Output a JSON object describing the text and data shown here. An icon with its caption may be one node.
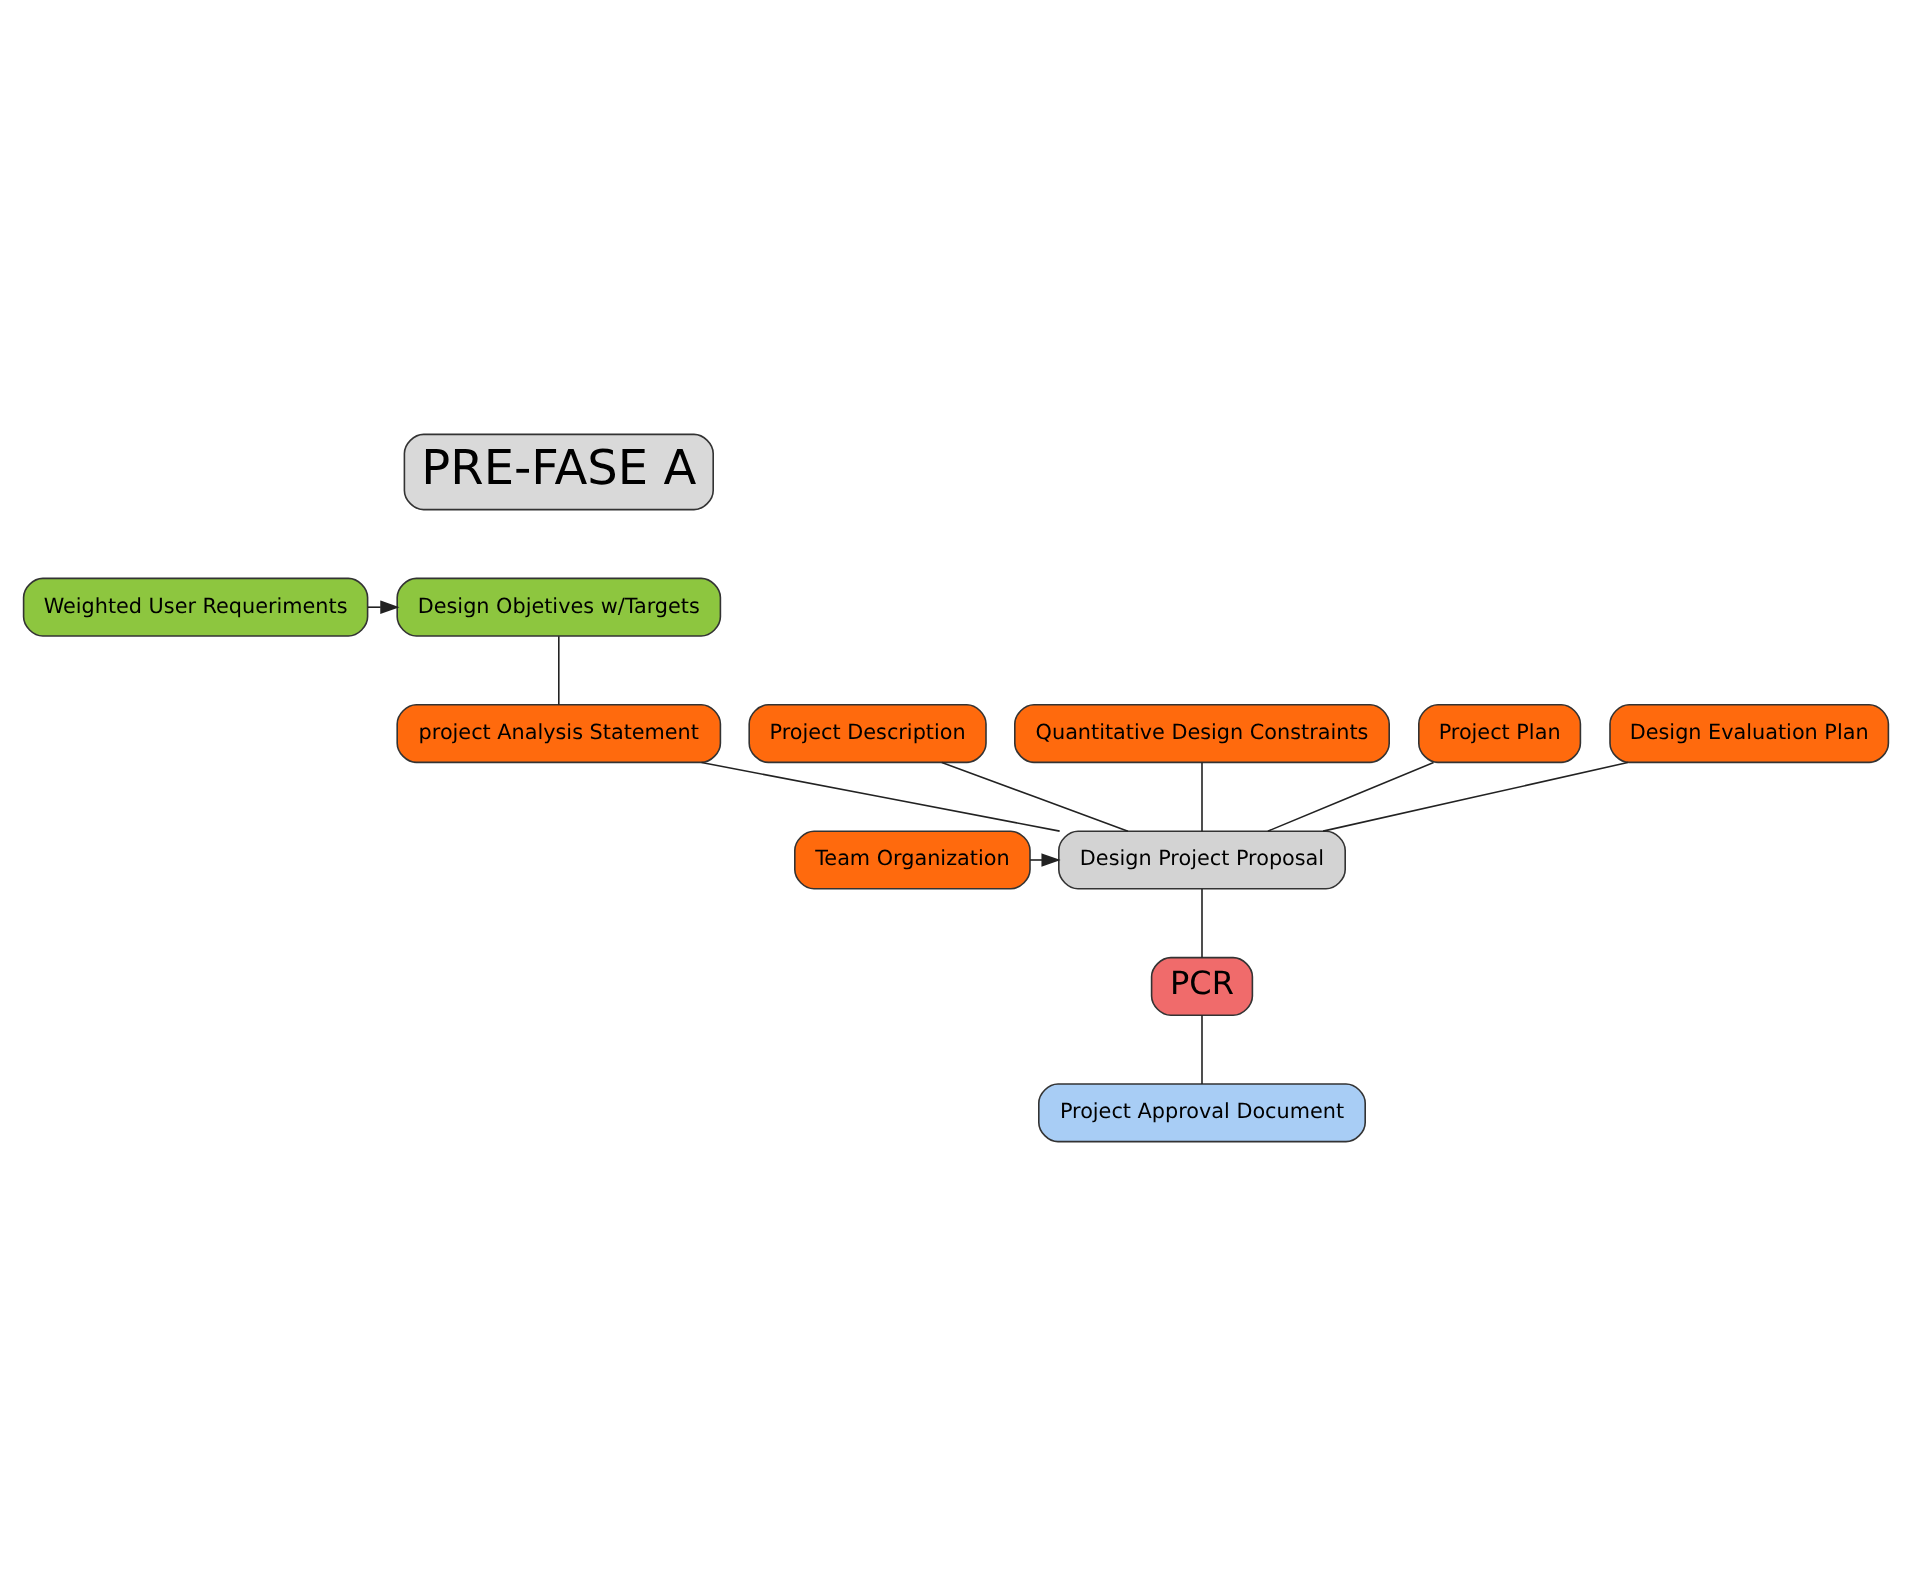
{
  "diagram": {
    "nodes": [
      {
        "text": [
          "PRE-FASE A"
        ]
      },
      {
        "text": [
          "Weighted User Requeriments"
        ]
      },
      {
        "text": [
          "Design Objetives w/Targets"
        ]
      },
      {
        "text": [
          "Project Description"
        ]
      },
      {
        "text": [
          "Quantitative Design Constraints"
        ]
      },
      {
        "text": [
          "project Analysis Statement"
        ]
      },
      {
        "text": [
          "Project Plan"
        ]
      },
      {
        "text": [
          "Design Evaluation Plan"
        ]
      },
      {
        "text": [
          "Team Organization"
        ]
      },
      {
        "text": [
          "Design Project Proposal"
        ]
      },
      {
        "text": [
          "PCR"
        ]
      },
      {
        "text": [
          "Project Approval Document"
        ]
      }
    ],
    "edges": [
      {
        "from": 1,
        "to": 2,
        "arrow": "to"
      },
      {
        "from": 2,
        "to": 5,
        "arrow": "none"
      },
      {
        "from": 3,
        "to": 9,
        "arrow": "none"
      },
      {
        "from": 4,
        "to": 9,
        "arrow": "none"
      },
      {
        "from": 5,
        "to": 9,
        "arrow": "none"
      },
      {
        "from": 6,
        "to": 9,
        "arrow": "none"
      },
      {
        "from": 7,
        "to": 9,
        "arrow": "none"
      },
      {
        "from": 8,
        "to": 9,
        "arrow": "to"
      },
      {
        "from": 9,
        "to": 10,
        "arrow": "none"
      },
      {
        "from": 10,
        "to": 11,
        "arrow": "none"
      }
    ]
  }
}
